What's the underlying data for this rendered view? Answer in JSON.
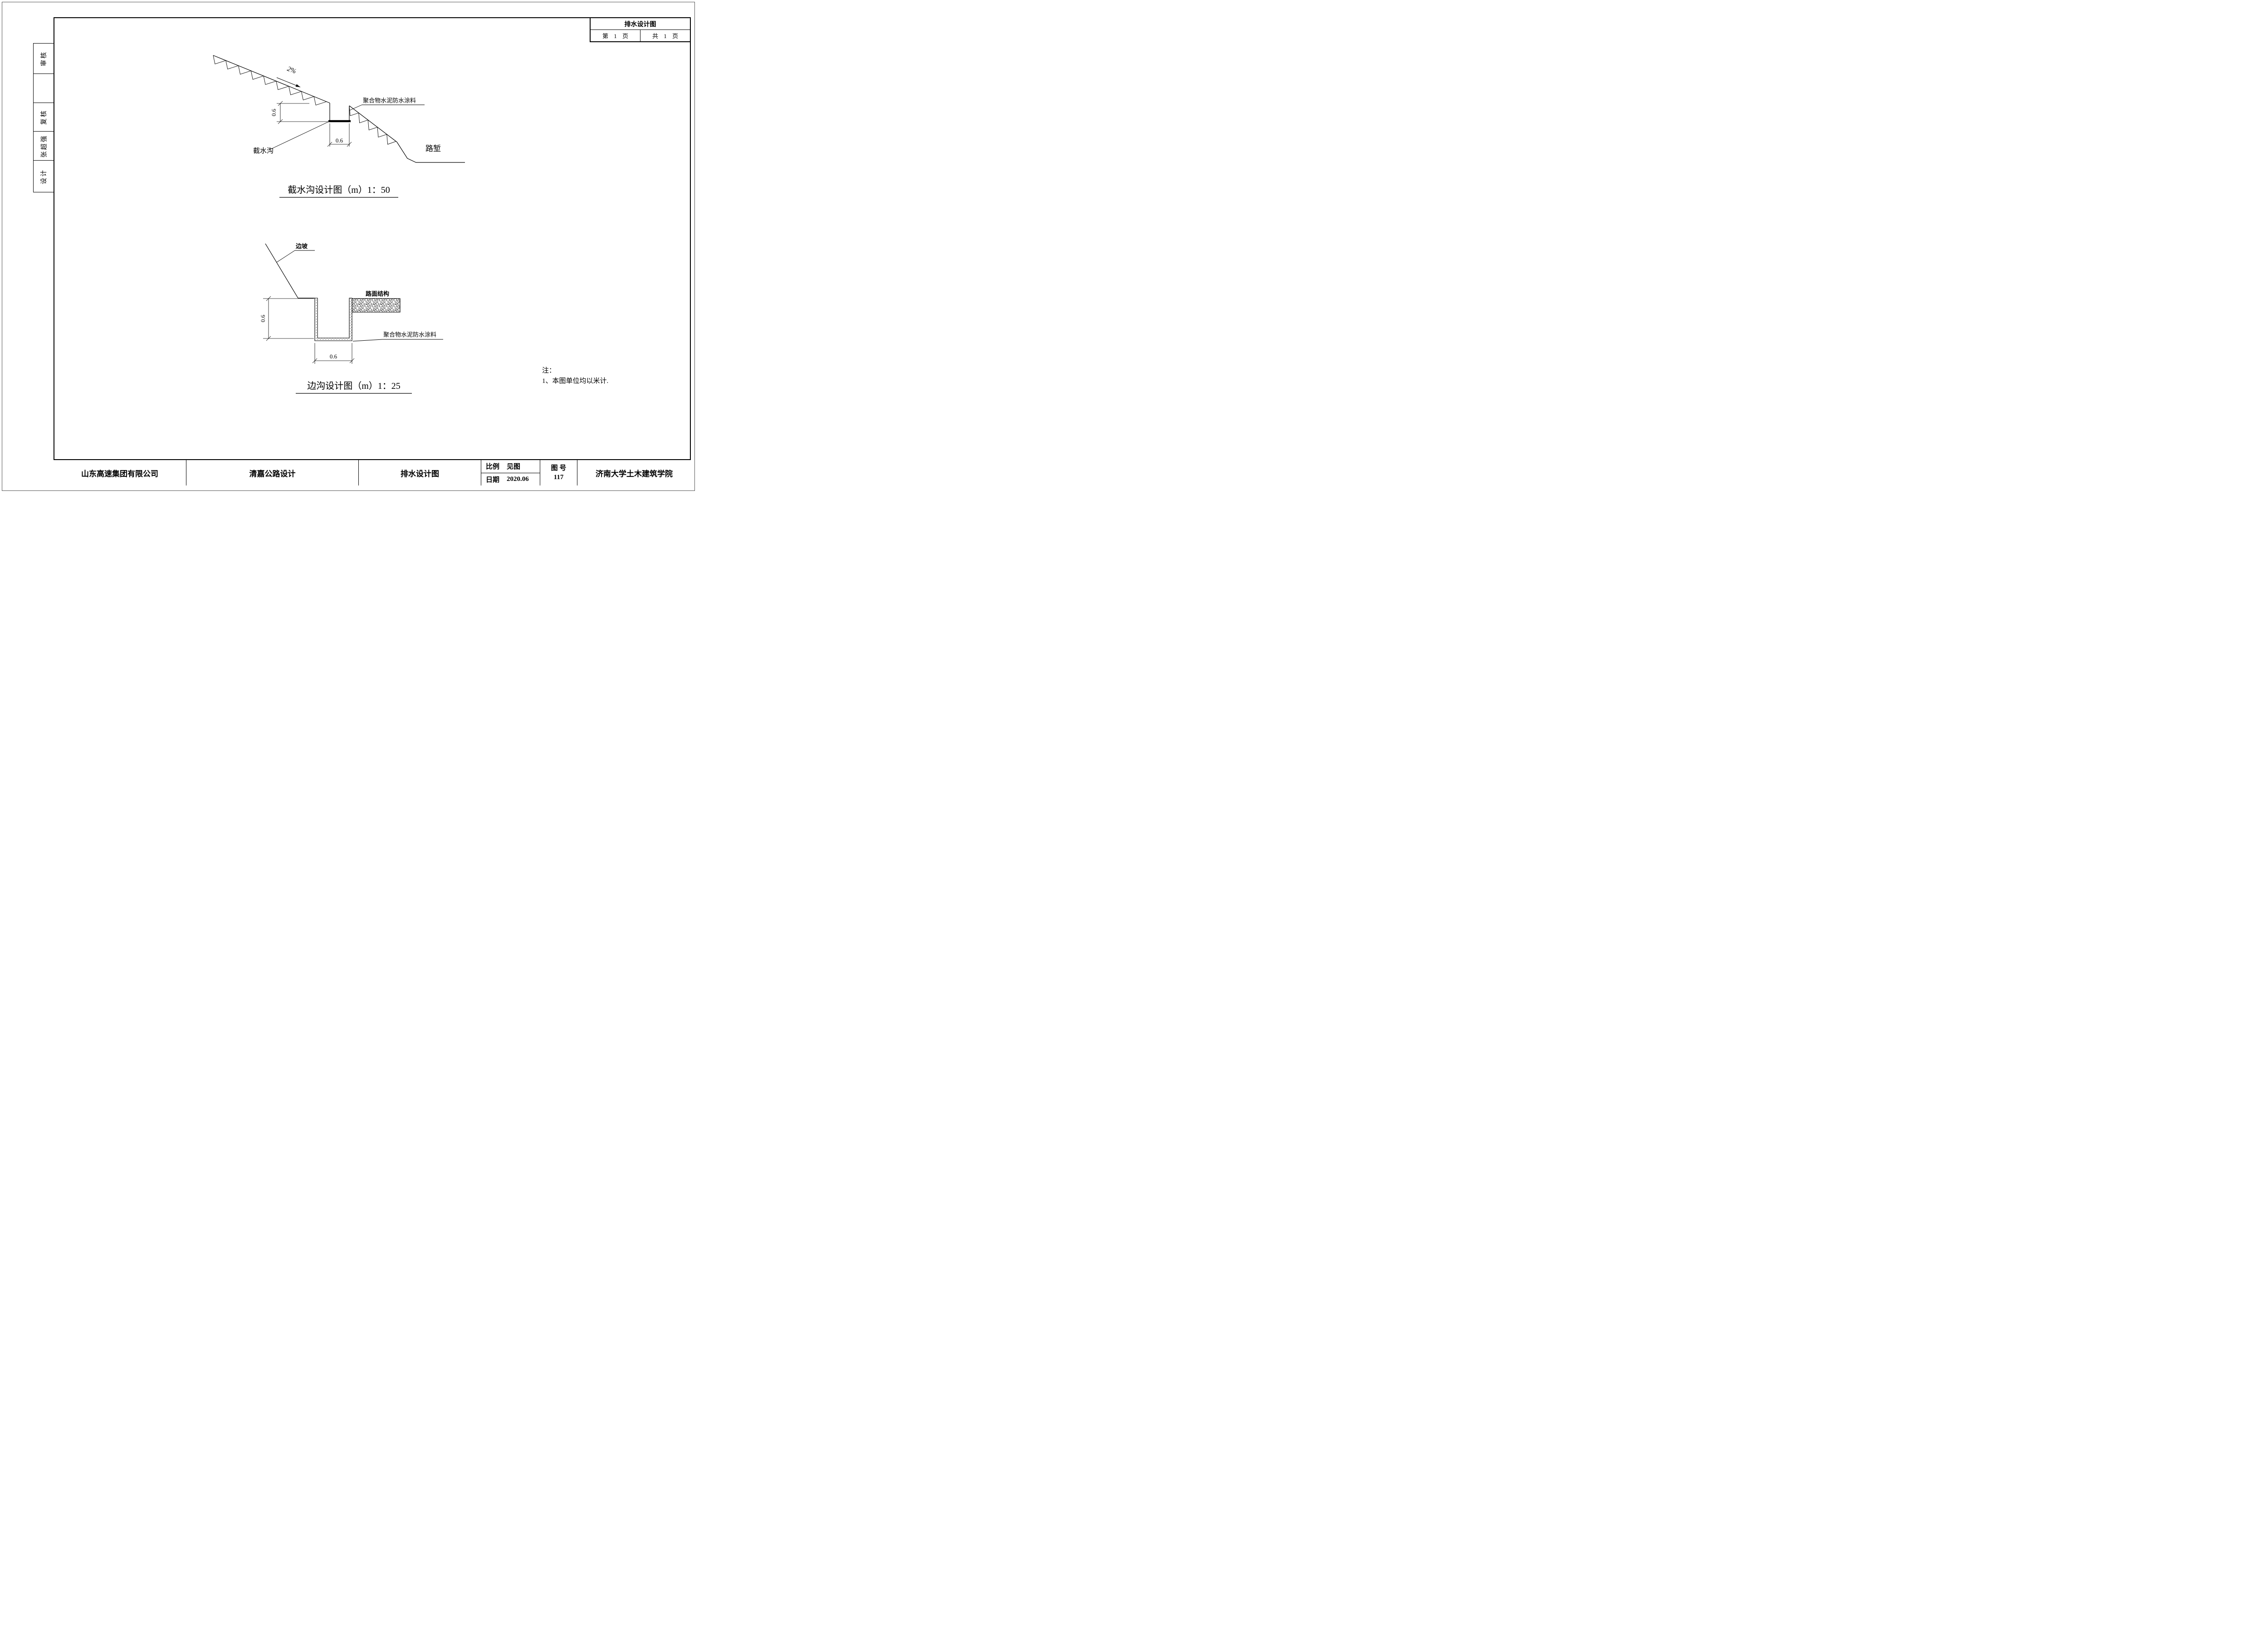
{
  "sheet_header": {
    "title": "排水设计图",
    "page_current": "第 1 页",
    "page_total": "共 1 页"
  },
  "side_column": {
    "items": [
      {
        "label": "审核"
      },
      {
        "label": ""
      },
      {
        "label": "复核"
      },
      {
        "label": "张超强"
      },
      {
        "label": "设计"
      }
    ]
  },
  "intercept_ditch_diagram": {
    "title": "截水沟设计图（m）1：50",
    "slope_grade": "2%",
    "coating_label": "聚合物水泥防水涂料",
    "ditch_label": "截水沟",
    "cut_label": "路堑",
    "depth_dim": "0.6",
    "width_dim": "0.6"
  },
  "side_ditch_diagram": {
    "title": "边沟设计图（m）1：25",
    "slope_label": "边坡",
    "pavement_label": "路面结构",
    "coating_label": "聚合物水泥防水涂料",
    "depth_dim": "0.6",
    "width_dim": "0.6"
  },
  "notes": {
    "heading": "注：",
    "item_1": "1、本图单位均以米计."
  },
  "title_block": {
    "company": "山东高速集团有限公司",
    "project": "清嘉公路设计",
    "drawing_title": "排水设计图",
    "scale_label": "比例",
    "scale_value": "见图",
    "date_label": "日期",
    "date_value": "2020.06",
    "number_label": "图 号",
    "number_value": "117",
    "institute": "济南大学土木建筑学院"
  }
}
